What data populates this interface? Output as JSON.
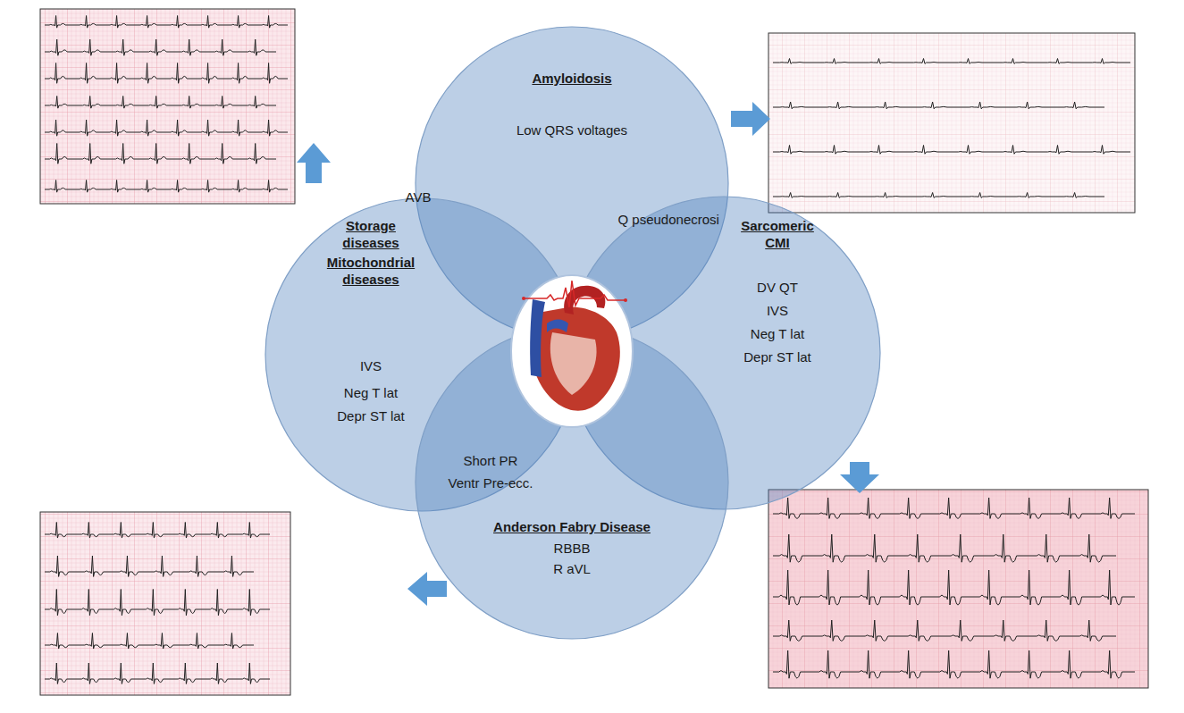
{
  "diagram": {
    "nodes": [
      {
        "text": [
          "Amyloidosis",
          "Low QRS voltages"
        ]
      },
      {
        "text": [
          "Storage diseases",
          "Mitochondrial diseases",
          "IVS",
          "Neg T lat",
          "Depr ST lat"
        ]
      },
      {
        "text": [
          "Sarcomeric CMI",
          "DV QT",
          "IVS",
          "Neg T lat",
          "Depr ST lat"
        ]
      },
      {
        "text": [
          "Anderson Fabry Disease",
          "RBBB",
          "R aVL"
        ]
      }
    ],
    "labels": [
      "AVB",
      "Q pseudonecrosi",
      "Short PR",
      "Ventr Pre-ecc."
    ]
  }
}
